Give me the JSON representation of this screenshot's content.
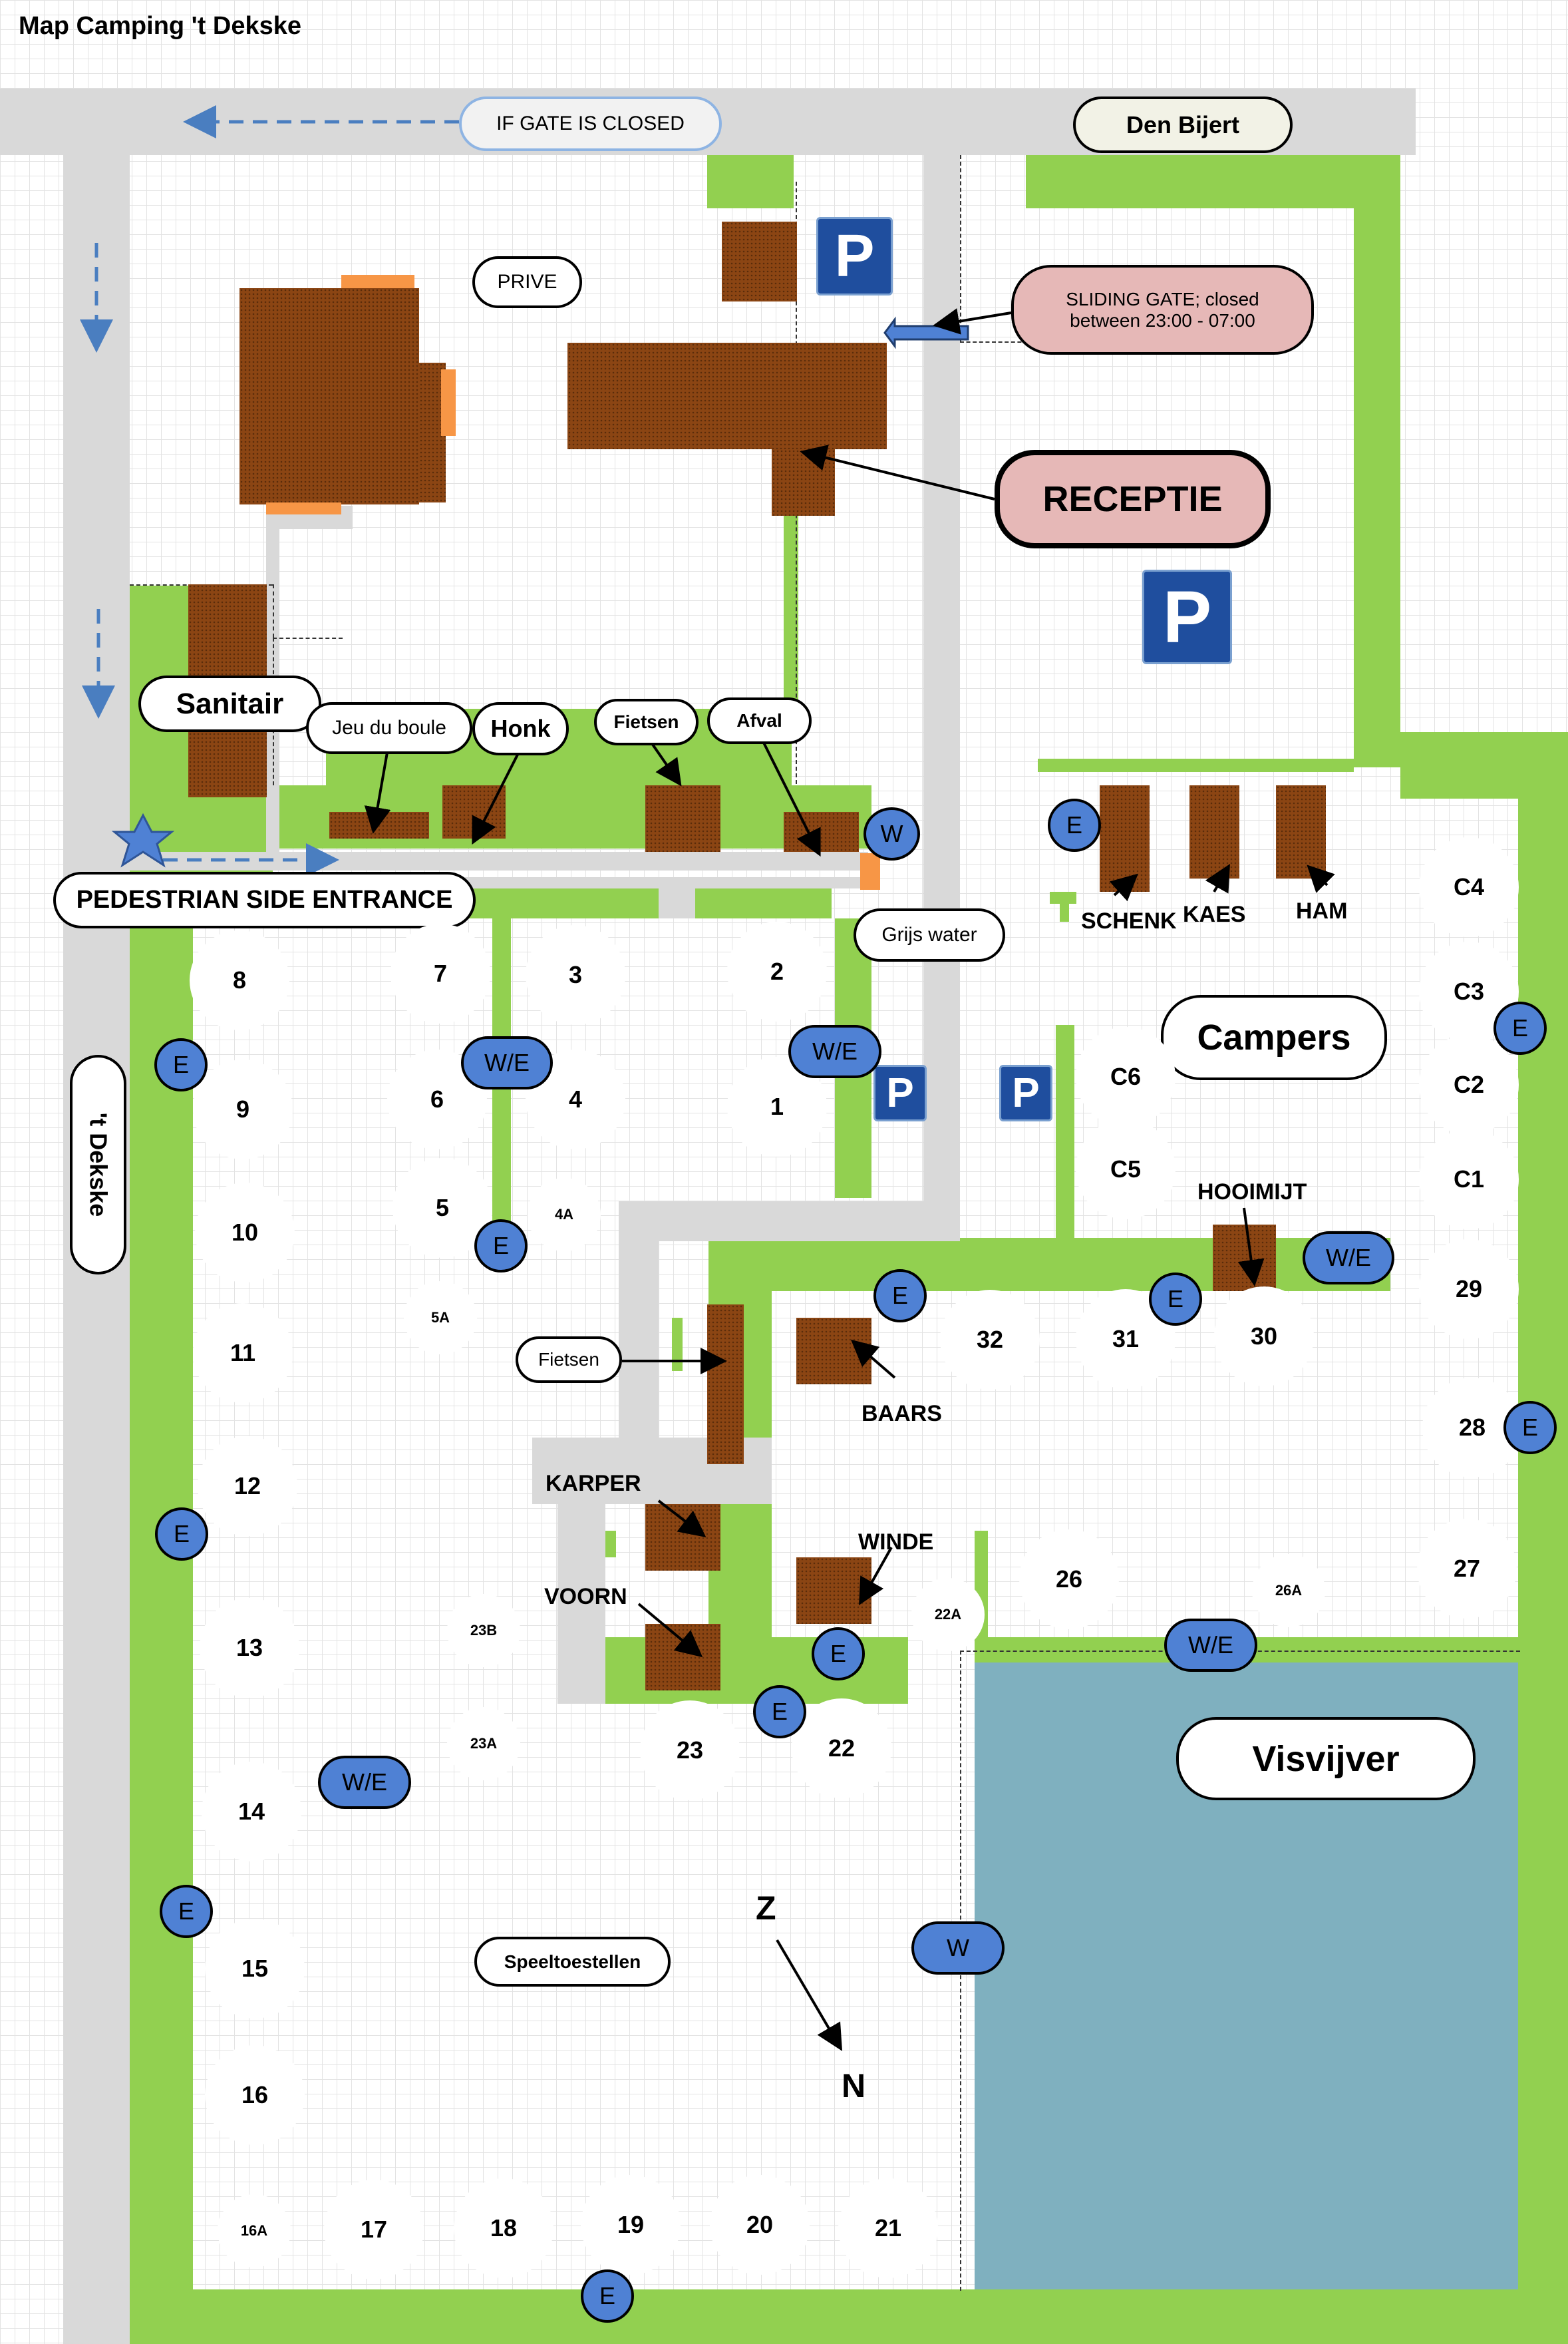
{
  "title": "Map Camping 't Dekske",
  "roads": {
    "bottom_road": "Den Bijert",
    "side_road": "'t Dekske"
  },
  "signs": {
    "gate_closed": "IF GATE IS CLOSED",
    "sliding_gate_line1": "SLIDING GATE; closed",
    "sliding_gate_line2": "between 23:00 - 07:00",
    "reception": "RECEPTIE",
    "prive": "PRIVE",
    "sanitair": "Sanitair",
    "jeu_du_boule": "Jeu du boule",
    "honk": "Honk",
    "fietsen_top": "Fietsen",
    "afval": "Afval",
    "pedestrian_entrance": "PEDESTRIAN SIDE ENTRANCE",
    "grijs_water": "Grijs water",
    "campers": "Campers",
    "fietsen_mid": "Fietsen",
    "speeltoestellen": "Speeltoestellen",
    "visvijver": "Visvijver"
  },
  "buildings": {
    "schenk": "SCHENK",
    "kaes": "KAES",
    "ham": "HAM",
    "hooimijt": "HOOIMIJT",
    "baars": "BAARS",
    "karper": "KARPER",
    "voorn": "VOORN",
    "winde": "WINDE"
  },
  "parking_symbol": "P",
  "utility": {
    "water": "W",
    "electric": "E",
    "water_electric": "W/E"
  },
  "compass": {
    "z": "Z",
    "n": "N"
  },
  "pitches": [
    "8",
    "7",
    "3",
    "2",
    "9",
    "6",
    "4",
    "1",
    "10",
    "5",
    "4A",
    "5A",
    "11",
    "12",
    "13",
    "14",
    "15",
    "16",
    "16A",
    "17",
    "18",
    "19",
    "20",
    "21",
    "23B",
    "23A",
    "23",
    "22",
    "32",
    "31",
    "30",
    "26",
    "22A",
    "26A",
    "27",
    "28",
    "29",
    "C1",
    "C2",
    "C3",
    "C4",
    "C5",
    "C6"
  ],
  "colors": {
    "grass": "#92d050",
    "path": "#d9d9d9",
    "building": "#8b4513",
    "water": "#7fb0bf",
    "marker": "#4f81d4",
    "parking": "#1f4e9e"
  }
}
